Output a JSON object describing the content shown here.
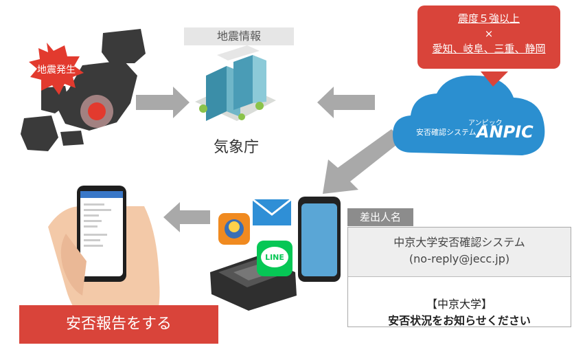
{
  "quake_badge": "地震発生",
  "jma_label": "地震情報",
  "agency_name": "気象庁",
  "condition_bubble": {
    "line1": "震度５強以上",
    "line2": "×",
    "line3": "愛知、岐阜、三重、静岡"
  },
  "cloud": {
    "system_text": "安否確認システム",
    "logo_text": "ANPIC",
    "logo_ruby": "アンピック"
  },
  "channels": {
    "line_label": "LINE"
  },
  "sender": {
    "tag": "差出人名",
    "name": "中京大学安否確認システム",
    "email": "(no-reply@jecc.jp)",
    "subject_line1": "【中京大学】",
    "subject_line2": "安否状況をお知らせください"
  },
  "cta_label": "安否報告をする",
  "colors": {
    "accent_red": "#d9443a",
    "cloud_blue": "#2b8fd0",
    "arrow_gray": "#a9a9a9",
    "map_dark": "#3a3a3a",
    "line_green": "#06c755",
    "mail_blue": "#2f8fd6"
  }
}
